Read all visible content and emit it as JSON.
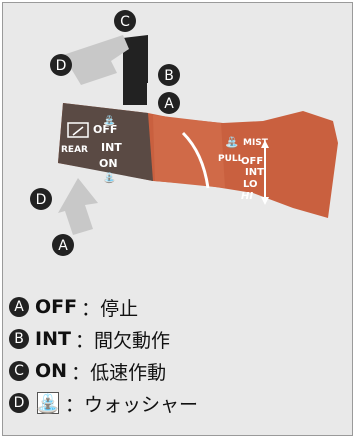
{
  "callouts": {
    "a": "A",
    "b": "B",
    "c": "C",
    "d": "D"
  },
  "stalk_left": {
    "off": "OFF",
    "int": "INT",
    "on": "ON",
    "rear": "REAR"
  },
  "stalk_right": {
    "pull": "PULL",
    "mist": "MIST",
    "off": "OFF",
    "int": "INT",
    "lo": "LO",
    "hi": "HI"
  },
  "legend": [
    {
      "badge": "A",
      "key": "OFF",
      "sep": "：",
      "desc": "停止"
    },
    {
      "badge": "B",
      "key": "INT",
      "sep": "：",
      "desc": "間欠動作"
    },
    {
      "badge": "C",
      "key": "ON",
      "sep": "：",
      "desc": "低速作動"
    },
    {
      "badge": "D",
      "key": "",
      "sep": "：",
      "desc": "ウォッシャー",
      "icon": "washer-icon"
    }
  ],
  "colors": {
    "background": "#e9e9e9",
    "stalk": "#c9603f",
    "stalk_dark": "#4a4a4a",
    "badge": "#222222",
    "arrow": "#c8c8c8"
  }
}
